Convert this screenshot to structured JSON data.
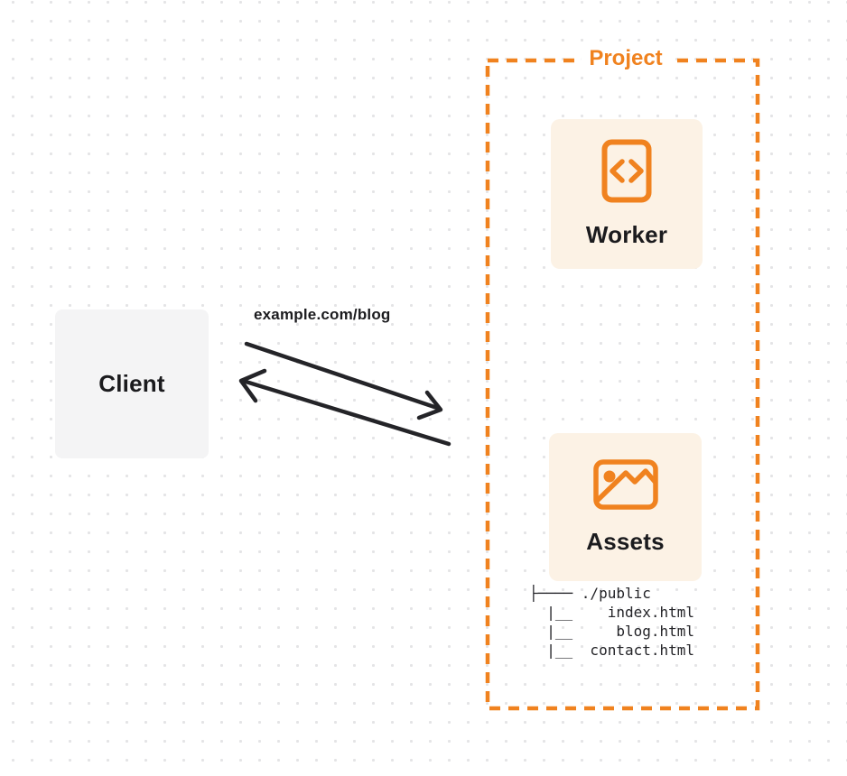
{
  "colors": {
    "accent_orange": "#F0821F",
    "card_background": "#FCF2E5",
    "client_background": "#F4F4F5",
    "text_dark": "#1B1B1E",
    "arrow_dark": "#242428",
    "grid_dot": "#E4E4E6"
  },
  "client": {
    "label": "Client"
  },
  "request": {
    "url": "example.com/blog"
  },
  "project": {
    "label": "Project",
    "worker": {
      "label": "Worker",
      "icon": "code-document-icon"
    },
    "assets": {
      "label": "Assets",
      "icon": "image-icon",
      "file_tree": "├──── ./public\n  |__    index.html\n  |__     blog.html\n  |__  contact.html"
    }
  }
}
